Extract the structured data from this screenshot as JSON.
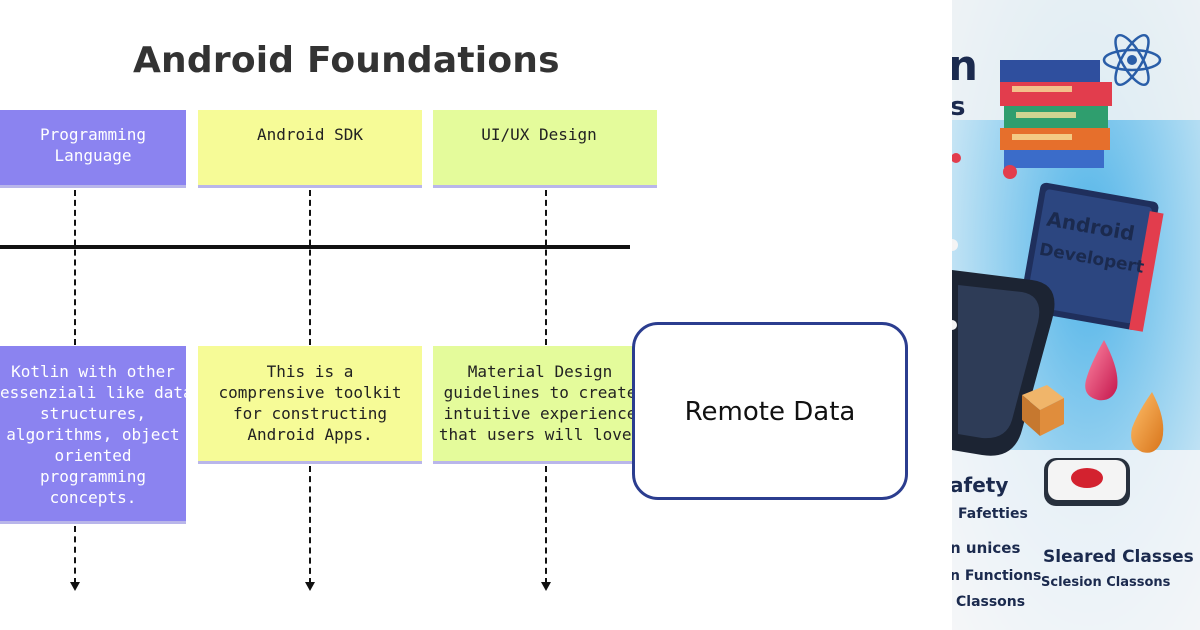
{
  "title": "Android Foundations",
  "columns": [
    {
      "header": "Programming\nLanguage",
      "body": "Kotlin with other\nessenziali like data\nstructures,\nalgorithms, object\noriented\nprogramming\nconcepts.",
      "color": "#8b83f0"
    },
    {
      "header": "Android SDK",
      "body": "This is a\ncomprensive toolkit\nfor constructing\nAndroid Apps.",
      "color": "#f6fb97"
    },
    {
      "header": "UI/UX Design",
      "body": "Material Design\nguidelines to create\nintuitive experience\nthat users will love.",
      "color": "#e4fb9b"
    }
  ],
  "remote_box": {
    "label": "Remote Data",
    "border_color": "#2b3d8f"
  },
  "illustration": {
    "description_icons": [
      "atom-icon",
      "book-stack-icon",
      "book-icon",
      "smartphone-icon",
      "gem-icon",
      "cube-icon",
      "button-icon"
    ],
    "texts": {
      "book_title": "Android\nDevelopert",
      "fragment_top_1": "n",
      "fragment_top_2": "s",
      "safety": "afety",
      "fafetties": "Fafetties",
      "unices": "n unices",
      "functions": "n Functions",
      "classons_left": "Classons",
      "sleared_classes": "Sleared Classes",
      "scleson_classons": "Sclesion Classons"
    }
  }
}
